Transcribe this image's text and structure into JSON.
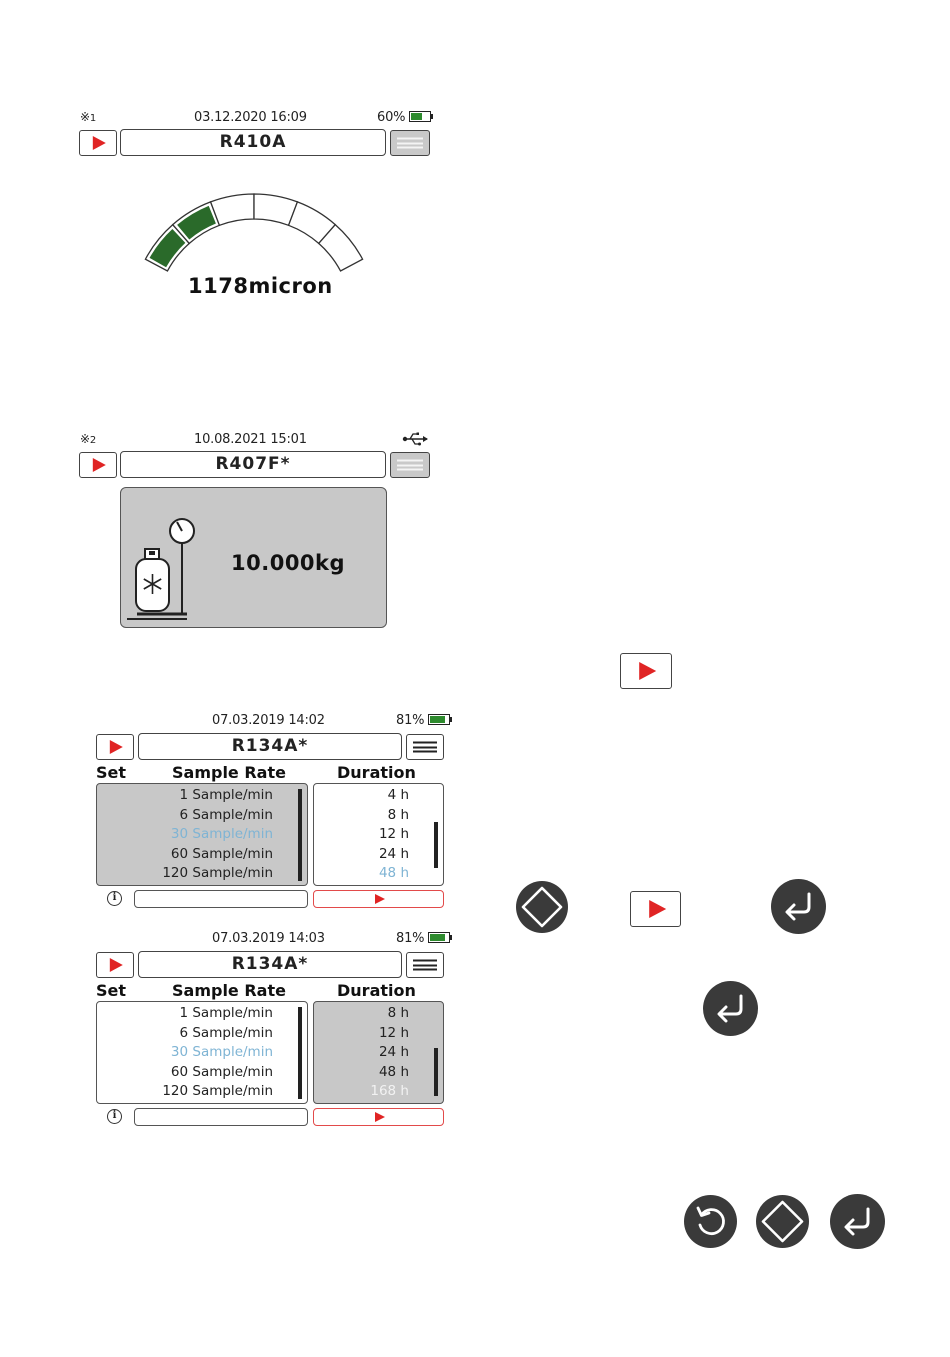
{
  "screen1": {
    "probe_label": "1",
    "datetime": "03.12.2020  16:09",
    "battery_percent": "60%",
    "battery_level": 0.6,
    "refrigerant": "R410A",
    "gauge_reading": "1178micron",
    "gauge_segments_total": 6,
    "gauge_segments_lit": 2,
    "gauge_color": "#2a6a2a"
  },
  "screen2": {
    "probe_label": "2",
    "datetime": "10.08.2021  15:01",
    "refrigerant": "R407F*",
    "scale_reading": "10.000kg"
  },
  "screen3": {
    "datetime": "07.03.2019  14:02",
    "battery_percent": "81%",
    "battery_level": 0.81,
    "refrigerant": "R134A*",
    "headers": {
      "set": "Set",
      "sample_rate": "Sample Rate",
      "duration": "Duration"
    },
    "sample_rates": [
      "1 Sample/min",
      "6 Sample/min",
      "30 Sample/min",
      "60 Sample/min",
      "120 Sample/min"
    ],
    "selected_rate_index": 2,
    "durations": [
      "4 h",
      "8 h",
      "12 h",
      "24 h",
      "48 h"
    ],
    "selected_duration_index": 4,
    "info_symbol": "i"
  },
  "screen4": {
    "datetime": "07.03.2019  14:03",
    "battery_percent": "81%",
    "battery_level": 0.81,
    "refrigerant": "R134A*",
    "headers": {
      "set": "Set",
      "sample_rate": "Sample Rate",
      "duration": "Duration"
    },
    "sample_rates": [
      "1 Sample/min",
      "6 Sample/min",
      "30 Sample/min",
      "60 Sample/min",
      "120 Sample/min"
    ],
    "selected_rate_index": 2,
    "durations": [
      "8 h",
      "12 h",
      "24 h",
      "48 h",
      "168 h"
    ],
    "selected_duration_index": 4,
    "info_symbol": "i"
  },
  "colors": {
    "accent_red": "#e02424",
    "battery_green": "#2e8b2e",
    "selected_blue": "#7fb4d4",
    "panel_grey": "#c8c8c8",
    "key_dark": "#3a3a3a"
  },
  "icons": {
    "probe": "probe-icon",
    "usb": "usb-icon",
    "play": "play-icon",
    "menu": "menu-icon",
    "cylinder": "refrigerant-cylinder-icon",
    "navigation": "navigation-pad-icon",
    "enter": "enter-icon",
    "back": "back-icon",
    "info": "info-icon"
  }
}
